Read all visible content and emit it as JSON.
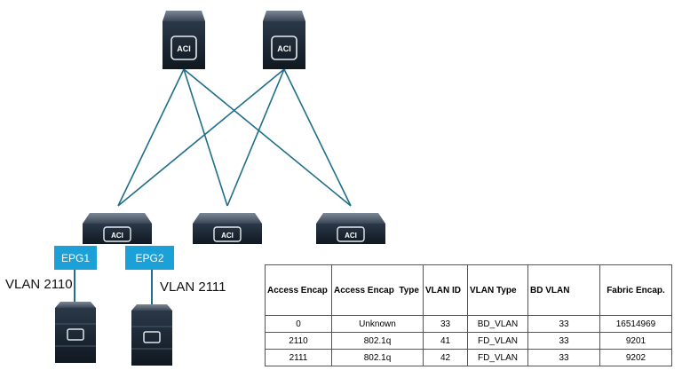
{
  "diagram": {
    "switch_badge": "ACI",
    "epgs": [
      {
        "label": "EPG1"
      },
      {
        "label": "EPG2"
      }
    ],
    "vlans": [
      {
        "label": "VLAN 2110"
      },
      {
        "label": "VLAN 2111"
      }
    ],
    "colors": {
      "link": "#1f6e8a",
      "epg": "#1ba0d8",
      "device": "#1b2a3a"
    }
  },
  "table": {
    "headers": [
      "Access Encap",
      "Access Encap  Type",
      "VLAN ID",
      "VLAN Type",
      "BD VLAN",
      "Fabric Encap."
    ],
    "rows": [
      [
        "0",
        "Unknown",
        "33",
        "BD_VLAN",
        "33",
        "16514969"
      ],
      [
        "2110",
        "802.1q",
        "41",
        "FD_VLAN",
        "33",
        "9201"
      ],
      [
        "2111",
        "802.1q",
        "42",
        "FD_VLAN",
        "33",
        "9202"
      ]
    ]
  }
}
